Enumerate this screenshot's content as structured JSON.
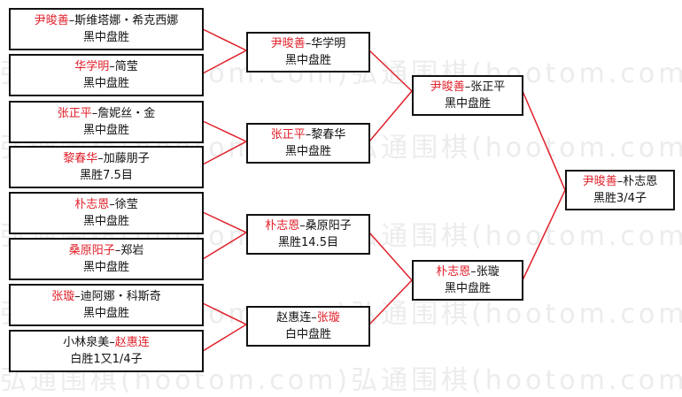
{
  "watermark": "弘通围棋(hootom.com)弘通围棋(hootom.com)弘通",
  "colors": {
    "winner": "#e0202a",
    "line": "#e0202a",
    "border": "#111111"
  },
  "matches": {
    "r1_1": {
      "left": "尹晙善",
      "right": "斯维塔娜・希克西娜",
      "winner": "left",
      "result": "黑中盘胜"
    },
    "r1_2": {
      "left": "华学明",
      "right": "简莹",
      "winner": "left",
      "result": "黑中盘胜"
    },
    "r1_3": {
      "left": "张正平",
      "right": "詹妮丝・金",
      "winner": "left",
      "result": "黑中盘胜"
    },
    "r1_4": {
      "left": "黎春华",
      "right": "加藤朋子",
      "winner": "left",
      "result": "黑胜7.5目"
    },
    "r1_5": {
      "left": "朴志恩",
      "right": "徐莹",
      "winner": "left",
      "result": "黑中盘胜"
    },
    "r1_6": {
      "left": "桑原阳子",
      "right": "郑岩",
      "winner": "left",
      "result": "黑中盘胜"
    },
    "r1_7": {
      "left": "张璇",
      "right": "迪阿娜・科斯奇",
      "winner": "left",
      "result": "黑中盘胜"
    },
    "r1_8": {
      "left": "小林泉美",
      "right": "赵惠连",
      "winner": "right",
      "result": "白胜1又1/4子"
    },
    "r2_1": {
      "left": "尹晙善",
      "right": "华学明",
      "winner": "left",
      "result": "黑中盘胜"
    },
    "r2_2": {
      "left": "张正平",
      "right": "黎春华",
      "winner": "left",
      "result": "黑中盘胜"
    },
    "r2_3": {
      "left": "朴志恩",
      "right": "桑原阳子",
      "winner": "left",
      "result": "黑胜14.5目"
    },
    "r2_4": {
      "left": "赵惠连",
      "right": "张璇",
      "winner": "right",
      "result": "白中盘胜"
    },
    "r3_1": {
      "left": "尹晙善",
      "right": "张正平",
      "winner": "left",
      "result": "黑中盘胜"
    },
    "r3_2": {
      "left": "朴志恩",
      "right": "张璇",
      "winner": "left",
      "result": "黑中盘胜"
    },
    "final": {
      "left": "尹晙善",
      "right": "朴志恩",
      "winner": "left",
      "result": "黑胜3/4子"
    }
  }
}
